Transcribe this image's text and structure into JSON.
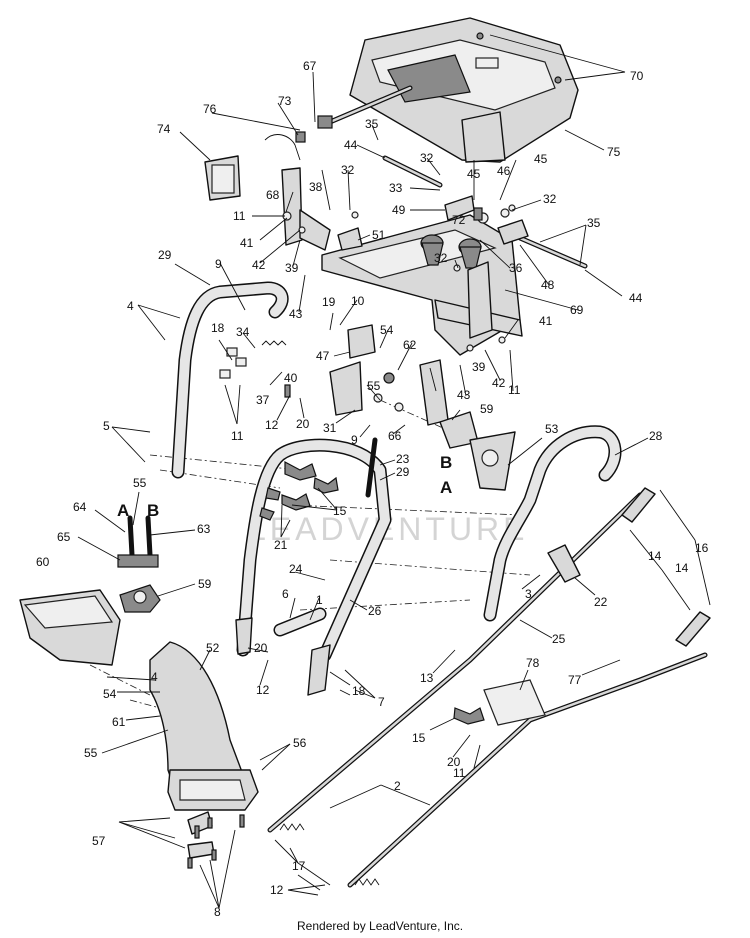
{
  "watermark": "LEADVENTURE",
  "footer": "Rendered by LeadVenture, Inc.",
  "section_letters": [
    "A",
    "B",
    "B",
    "A"
  ],
  "callouts": [
    "1",
    "2",
    "3",
    "4",
    "4",
    "5",
    "6",
    "7",
    "8",
    "9",
    "9",
    "10",
    "11",
    "11",
    "11",
    "11",
    "12",
    "12",
    "12",
    "13",
    "14",
    "14",
    "15",
    "15",
    "16",
    "17",
    "18",
    "18",
    "19",
    "20",
    "20",
    "20",
    "21",
    "22",
    "23",
    "24",
    "25",
    "26",
    "28",
    "29",
    "29",
    "31",
    "32",
    "32",
    "32",
    "32",
    "33",
    "34",
    "35",
    "35",
    "36",
    "37",
    "38",
    "39",
    "39",
    "40",
    "41",
    "41",
    "42",
    "42",
    "43",
    "43",
    "44",
    "44",
    "45",
    "45",
    "46",
    "47",
    "48",
    "49",
    "51",
    "52",
    "53",
    "54",
    "54",
    "55",
    "55",
    "55",
    "56",
    "57",
    "59",
    "59",
    "60",
    "61",
    "62",
    "63",
    "64",
    "65",
    "66",
    "67",
    "68",
    "69",
    "70",
    "72",
    "73",
    "74",
    "75",
    "76",
    "77",
    "78"
  ]
}
